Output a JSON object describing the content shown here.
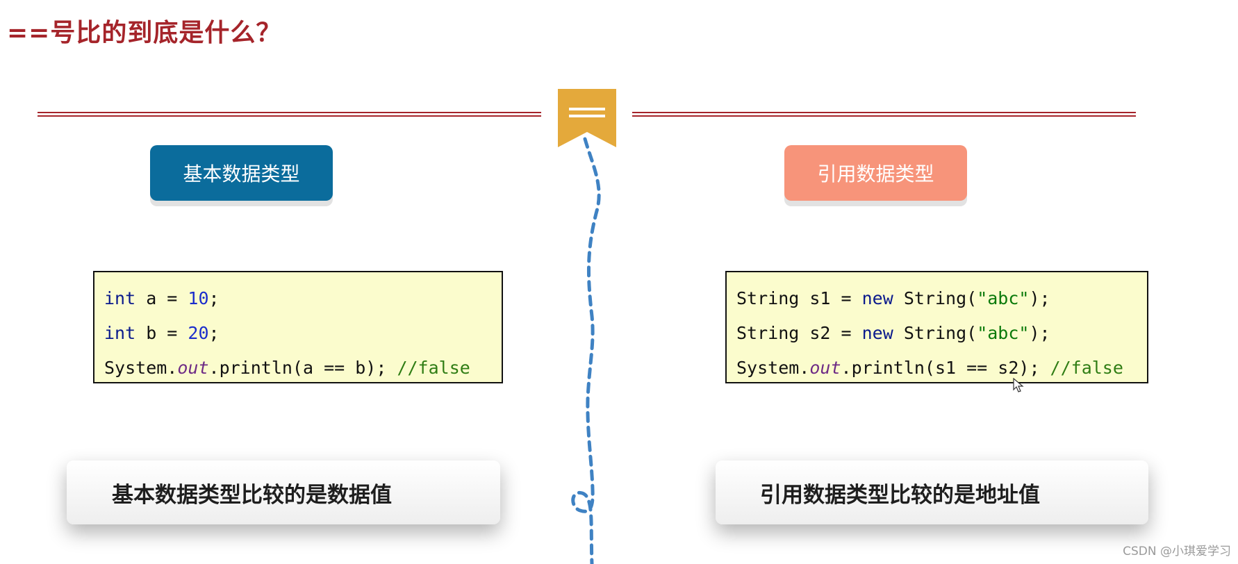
{
  "slide": {
    "title": "==号比的到底是什么？",
    "accent_color": "#a5242a",
    "ribbon_icon": "double-line-bookmark-icon"
  },
  "left": {
    "label": "基本数据类型",
    "label_color": "#0b6c9c",
    "code": {
      "line1": {
        "kw": "int",
        "mid": " a = ",
        "num": "10",
        "end": ";"
      },
      "line2": {
        "kw": "int",
        "mid": " b = ",
        "num": "20",
        "end": ";"
      },
      "line3": {
        "pre": "System.",
        "field": "out",
        "mid": ".println(a == b); ",
        "comment": "//false"
      }
    },
    "conclusion": "基本数据类型比较的是数据值"
  },
  "right": {
    "label": "引用数据类型",
    "label_color": "#f7947a",
    "code": {
      "line1": {
        "pre": "String s1 = ",
        "kw": "new",
        "mid": " String(",
        "str": "\"abc\"",
        "end": ");"
      },
      "line2": {
        "pre": "String s2 = ",
        "kw": "new",
        "mid": " String(",
        "str": "\"abc\"",
        "end": ");"
      },
      "line3": {
        "pre": "System.",
        "field": "out",
        "mid": ".println(s1 == s2); ",
        "comment": "//false"
      }
    },
    "conclusion": "引用数据类型比较的是地址值"
  },
  "watermark": "CSDN @小琪爱学习"
}
